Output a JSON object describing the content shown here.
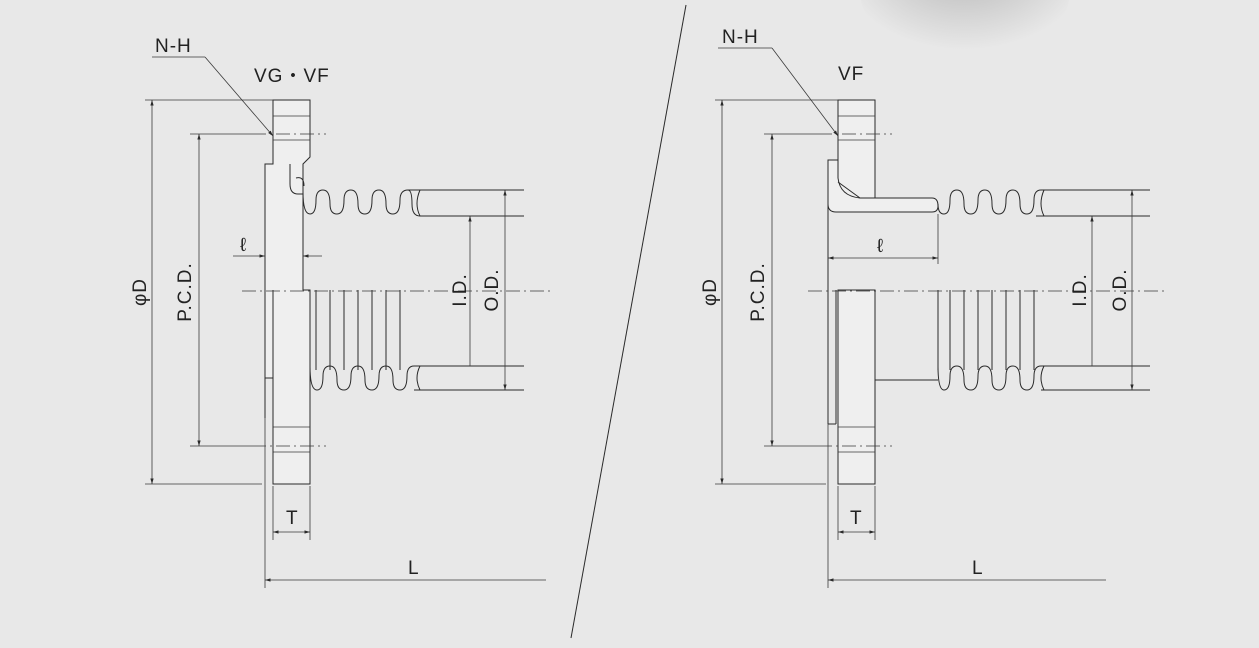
{
  "left_view": {
    "hole_label": "N-H",
    "type_label": "VG・VF",
    "dim_outer_diameter": "φD",
    "dim_pitch_circle": "P.C.D.",
    "dim_inner_diameter": "I.D.",
    "dim_bellows_od": "O.D.",
    "dim_thickness": "T",
    "dim_length": "L",
    "dim_ell": "ℓ"
  },
  "right_view": {
    "hole_label": "N-H",
    "type_label": "VF",
    "dim_outer_diameter": "φD",
    "dim_pitch_circle": "P.C.D.",
    "dim_inner_diameter": "I.D.",
    "dim_bellows_od": "O.D.",
    "dim_thickness": "T",
    "dim_length": "L",
    "dim_ell": "ℓ"
  },
  "colors": {
    "background": "#e8e8e8",
    "line": "#2a2a2a"
  }
}
